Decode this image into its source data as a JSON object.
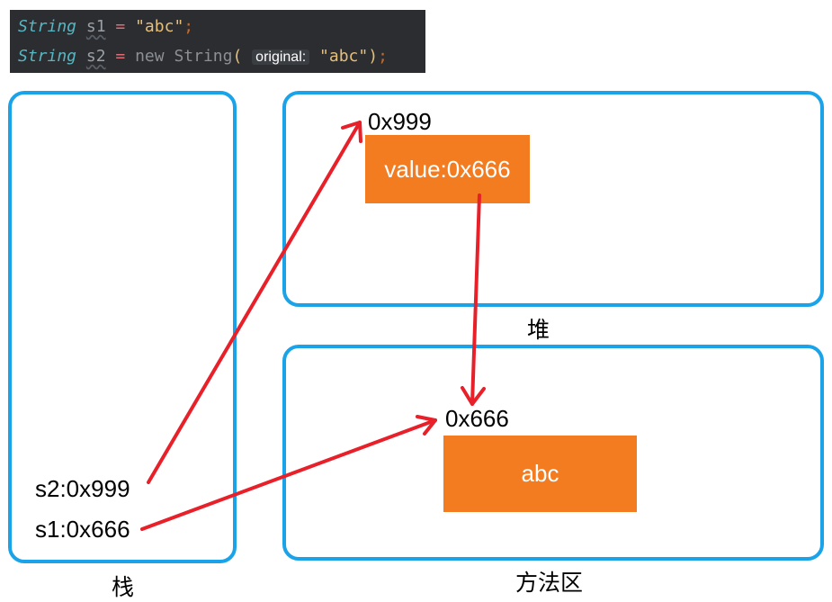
{
  "code": {
    "line1": {
      "type": "String",
      "var": "s1",
      "op": "=",
      "value": "\"abc\"",
      "semi": ";"
    },
    "line2": {
      "type": "String",
      "var": "s2",
      "op": "=",
      "new": "new",
      "cls": "String",
      "open": "(",
      "hint": "original:",
      "value": "\"abc\"",
      "close": ")",
      "semi": ";"
    }
  },
  "regions": {
    "stack_label": "栈",
    "heap_label": "堆",
    "method_area_label": "方法区"
  },
  "stack": {
    "s2": "s2:0x999",
    "s1": "s1:0x666"
  },
  "heap": {
    "address": "0x999",
    "object": "value:0x666"
  },
  "method_area": {
    "address": "0x666",
    "literal": "abc"
  },
  "colors": {
    "box_border": "#1aa3e8",
    "object_fill": "#f47c20",
    "arrow": "#e8202a"
  }
}
